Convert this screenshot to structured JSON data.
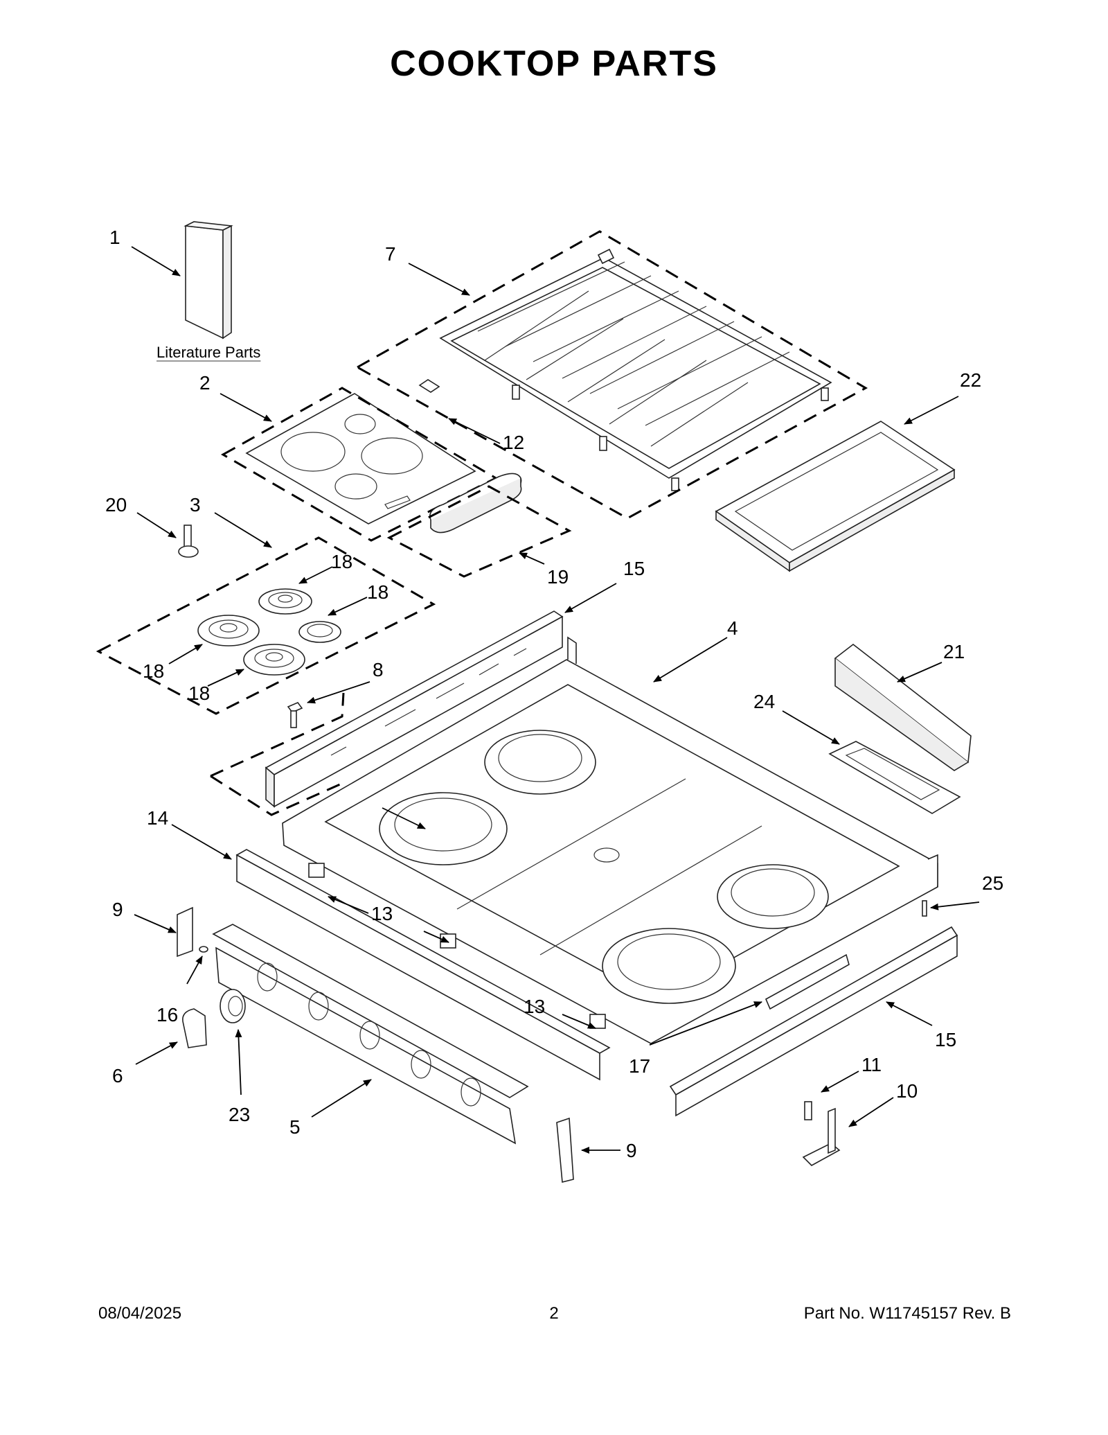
{
  "title": "COOKTOP  PARTS",
  "literature_label": "Literature Parts",
  "footer": {
    "date": "08/04/2025",
    "page": "2",
    "part": "Part No.  W11745157   Rev.  B"
  },
  "callouts": {
    "c1": "1",
    "c2": "2",
    "c3": "3",
    "c4": "4",
    "c5": "5",
    "c6": "6",
    "c7": "7",
    "c8": "8",
    "c9a": "9",
    "c9b": "9",
    "c10": "10",
    "c11": "11",
    "c12": "12",
    "c13a": "13",
    "c13b": "13",
    "c14": "14",
    "c15a": "15",
    "c15b": "15",
    "c16": "16",
    "c17": "17",
    "c18a": "18",
    "c18b": "18",
    "c18c": "18",
    "c18d": "18",
    "c19": "19",
    "c20": "20",
    "c21": "21",
    "c22": "22",
    "c23": "23",
    "c24": "24",
    "c25": "25"
  }
}
